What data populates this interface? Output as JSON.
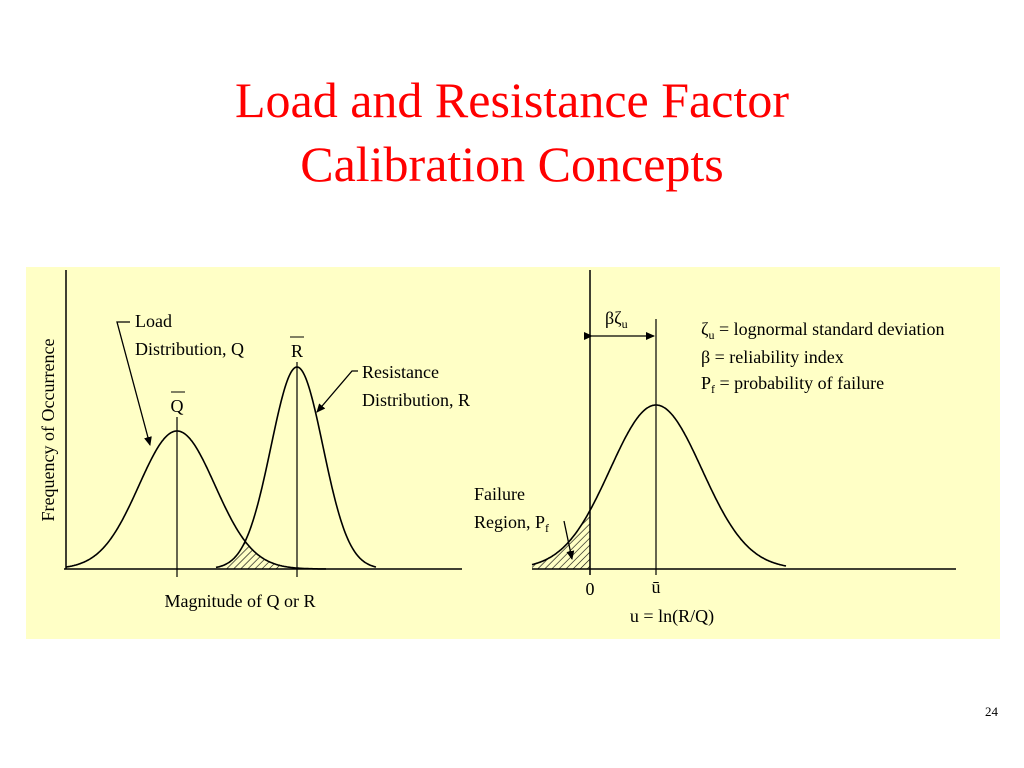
{
  "slide": {
    "title_line1": "Load and Resistance Factor",
    "title_line2": "Calibration Concepts",
    "page_number": "24"
  },
  "left_panel": {
    "y_axis_label": "Frequency of Occurrence",
    "x_axis_label": "Magnitude of Q or R",
    "load_label_line1": "Load",
    "load_label_line2": "Distribution, Q",
    "resistance_label_line1": "Resistance",
    "resistance_label_line2": "Distribution, R",
    "q_mean_label": "Q",
    "r_mean_label": "R"
  },
  "right_panel": {
    "beta_zeta_label": "βζ",
    "beta_zeta_sub": "u",
    "legend_zeta_symbol": "ζ",
    "legend_zeta_sub": "u",
    "legend_zeta_text": " = lognormal standard deviation",
    "legend_beta": "β = reliability index",
    "legend_pf_symbol": "P",
    "legend_pf_sub": "f",
    "legend_pf_text": " = probability of failure",
    "failure_line1": "Failure",
    "failure_line2": "Region, P",
    "failure_sub": "f",
    "zero_label": "0",
    "mean_label": "ū",
    "x_axis_label": "u = ln(R/Q)"
  },
  "colors": {
    "title": "#ff0000",
    "figure_background": "#ffffc6",
    "lines": "#000000"
  }
}
